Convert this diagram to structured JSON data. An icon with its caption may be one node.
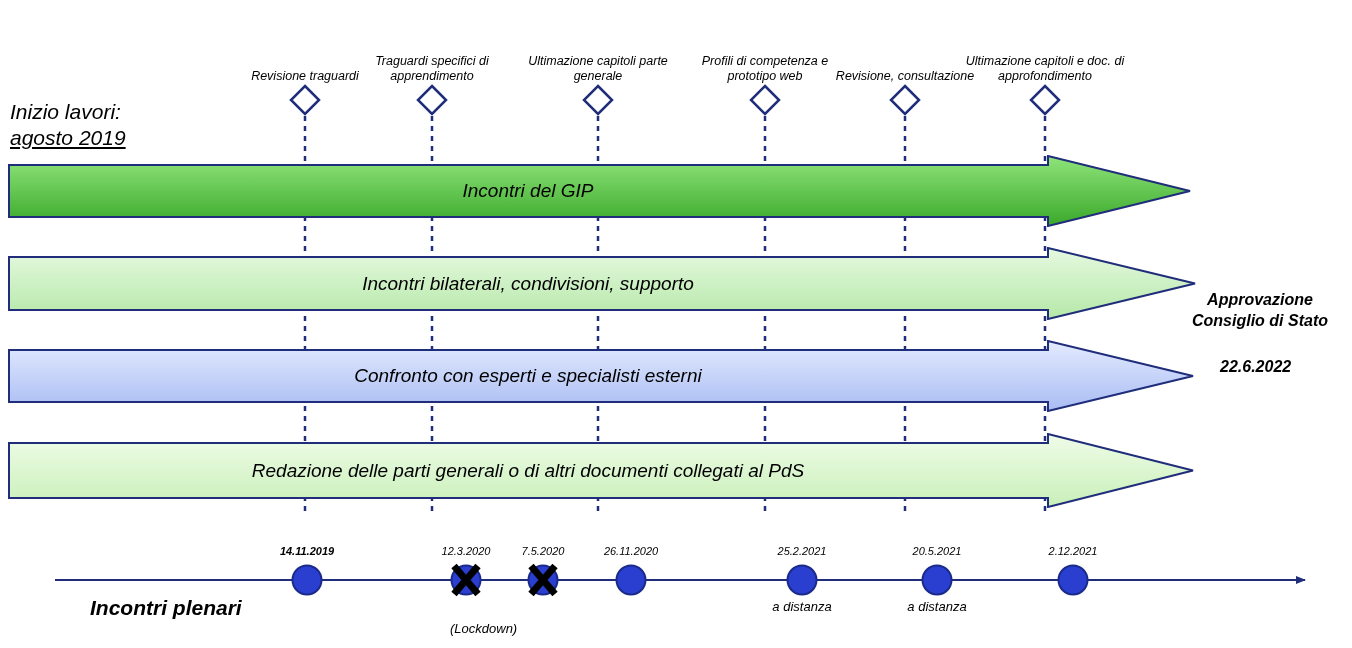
{
  "diagram": {
    "nodes": [
      {
        "text": [
          "Revisione traguardi"
        ]
      },
      {
        "text": [
          "Traguardi specifici di apprendimento"
        ]
      },
      {
        "text": [
          "Ultimazione capitoli parte generale"
        ]
      },
      {
        "text": [
          "Profili di competenza e prototipo web"
        ]
      },
      {
        "text": [
          "Revisione, consultazione"
        ]
      },
      {
        "text": [
          "Ultimazione capitoli e doc. di approfondimento"
        ]
      },
      {
        "text": [
          "Incontri del GIP"
        ]
      },
      {
        "text": [
          "Incontri bilaterali, condivisioni, supporto"
        ]
      },
      {
        "text": [
          "Confronto con esperti e specialisti esterni"
        ]
      },
      {
        "text": [
          "Redazione delle parti generali o di altri documenti collegati al PdS"
        ]
      },
      {
        "text": [],
        "shape": "circle",
        "beside": [
          "14.11.2019"
        ]
      },
      {
        "text": [],
        "shape": "circle",
        "beside": [
          "12.3.2020"
        ]
      },
      {
        "text": [],
        "shape": "circle",
        "beside": [
          "7.5.2020"
        ]
      },
      {
        "text": [],
        "shape": "circle",
        "beside": [
          "26.11.2020"
        ]
      },
      {
        "text": [],
        "shape": "circle",
        "beside": [
          "25.2.2021",
          "a distanza"
        ]
      },
      {
        "text": [],
        "shape": "circle",
        "beside": [
          "20.5.2021",
          "a distanza"
        ]
      },
      {
        "text": [],
        "shape": "circle",
        "beside": [
          "2.12.2021"
        ]
      }
    ],
    "labels": [
      "Inizio lavori:",
      "agosto 2019",
      "Approvazione Consiglio di Stato",
      "22.6.2022",
      "Incontri plenari",
      "(Lockdown)"
    ]
  }
}
